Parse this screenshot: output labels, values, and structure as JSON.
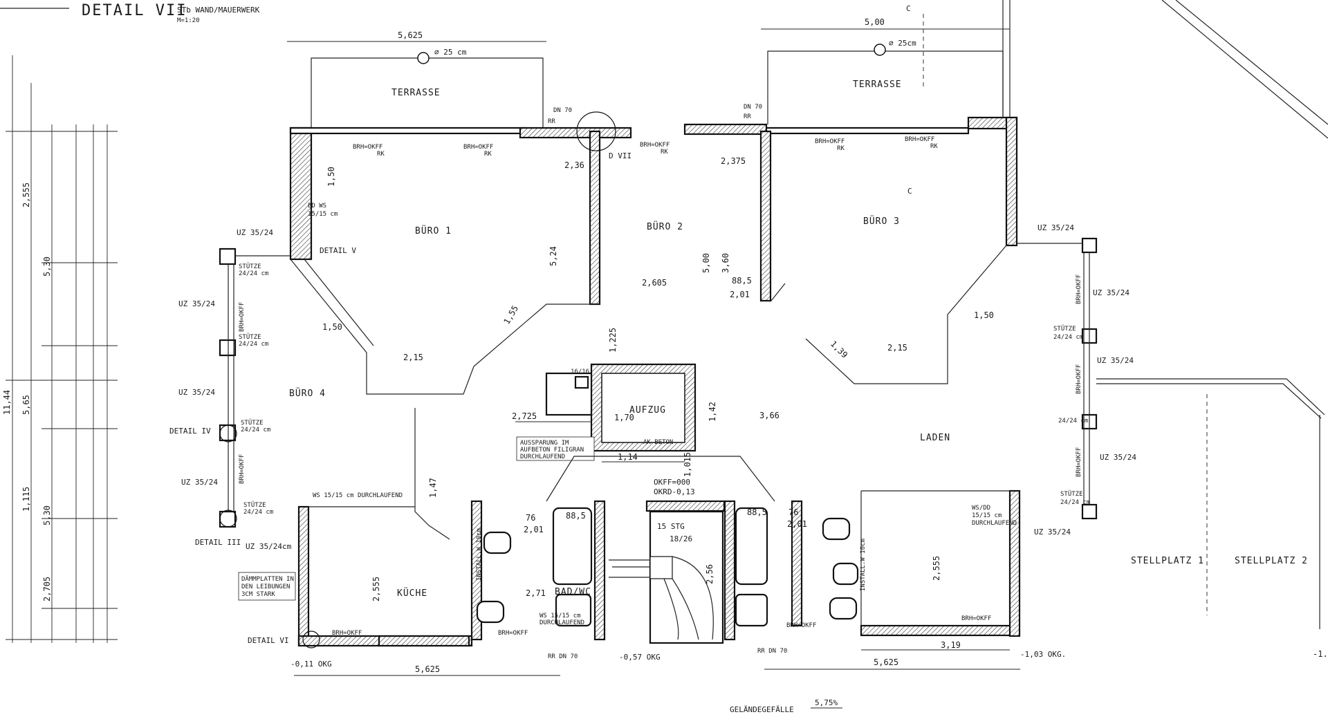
{
  "title": {
    "detail": "DETAIL VII",
    "subtitle": "STb WAND/MAUERWERK",
    "scale": "M=1:20"
  },
  "rooms": {
    "terrasse_left": "TERRASSE",
    "terrasse_right": "TERRASSE",
    "buero1": "BÜRO 1",
    "buero2": "BÜRO 2",
    "buero3": "BÜRO 3",
    "buero4": "BÜRO 4",
    "aufzug": "AUFZUG",
    "laden": "LADEN",
    "kueche": "KÜCHE",
    "bad": "BAD/WC",
    "stellplatz1": "STELLPLATZ 1",
    "stellplatz2": "STELLPLATZ 2"
  },
  "labels": {
    "brh": "BRH=OKFF",
    "rk": "RK",
    "uz": "UZ 35/24",
    "uz_cm": "UZ 35/24cm",
    "stuetze": "STÜTZE",
    "stuetze_size": "24/24 cm",
    "detail_v": "DETAIL V",
    "detail_iv": "DETAIL IV",
    "detail_iii": "DETAIL III",
    "detail_vi": "DETAIL VI",
    "dvii": "D VII",
    "dn70": "DN 70",
    "rr": "RR",
    "rr_dn70": "RR DN 70",
    "diameter": "⌀ 25 cm",
    "diameter2": "⌀ 25cm",
    "ws_left": "WS 15/15 cm DURCHLAUFEND",
    "ws_right_1": "WS/DD",
    "ws_right_2": "15/15 cm",
    "ws_right_3": "DURCHLAUFEND",
    "ws_bad": "WS 15/15 cm",
    "ws_bad2": "DURCHLAUFEND",
    "bdws1": "BD WS",
    "bdws2": "15/15 cm",
    "aussparung1": "AUSSPARUNG IM",
    "aussparung2": "AUFBETON FILIGRAN",
    "aussparung3": "DURCHLAUFEND",
    "daemm1": "DÄMMPLATTEN IN",
    "daemm2": "DEN LEIBUNGEN",
    "daemm3": "3CM STARK",
    "okff": "OKFF=000",
    "okrd": "OKRD-0,13",
    "stg": "15 STG",
    "stg2": "18/26",
    "kote1": "-0,11 OKG",
    "kote2": "-0,57 OKG",
    "kote3": "-1,03 OKG.",
    "gelaende": "GELÄNDEGEFÄLLE",
    "gelaende_val": "5,75%",
    "ak_beton": "AK BETON",
    "section_c": "C",
    "install": "INSTALL.W 10cm",
    "edge": "-1."
  },
  "dims": {
    "top_left": "5,625",
    "top_right": "5,00",
    "d236": "2,36",
    "d2375": "2,375",
    "d524": "5,24",
    "d2605": "2,605",
    "d500": "5,00",
    "d360": "3,60",
    "d885": "88,5",
    "d201": "2,01",
    "d150": "1,50",
    "d155": "1,55",
    "d1225": "1,225",
    "d139": "1,39",
    "d215": "2,15",
    "d150r": "1,50",
    "d215b": "2,15",
    "d2725": "2,725",
    "d170": "1,70",
    "d366": "3,66",
    "d114": "1,14",
    "d1015": "1,015",
    "d2555": "2,555",
    "d2555r": "2,555",
    "d271": "2,71",
    "d76": "76",
    "d201b": "2,01",
    "d885b": "88,5",
    "d885c": "88,5",
    "d319": "3,19",
    "bottom_left": "5,625",
    "bottom_right": "5,625",
    "left_total": "11,44",
    "left_565": "5,65",
    "left_530a": "5,30",
    "left_530b": "5,30",
    "left_2705": "2,705",
    "left_2555": "2,555",
    "left_1115": "1,115",
    "d147": "1,47",
    "d256": "2,56",
    "d142": "1,42"
  }
}
